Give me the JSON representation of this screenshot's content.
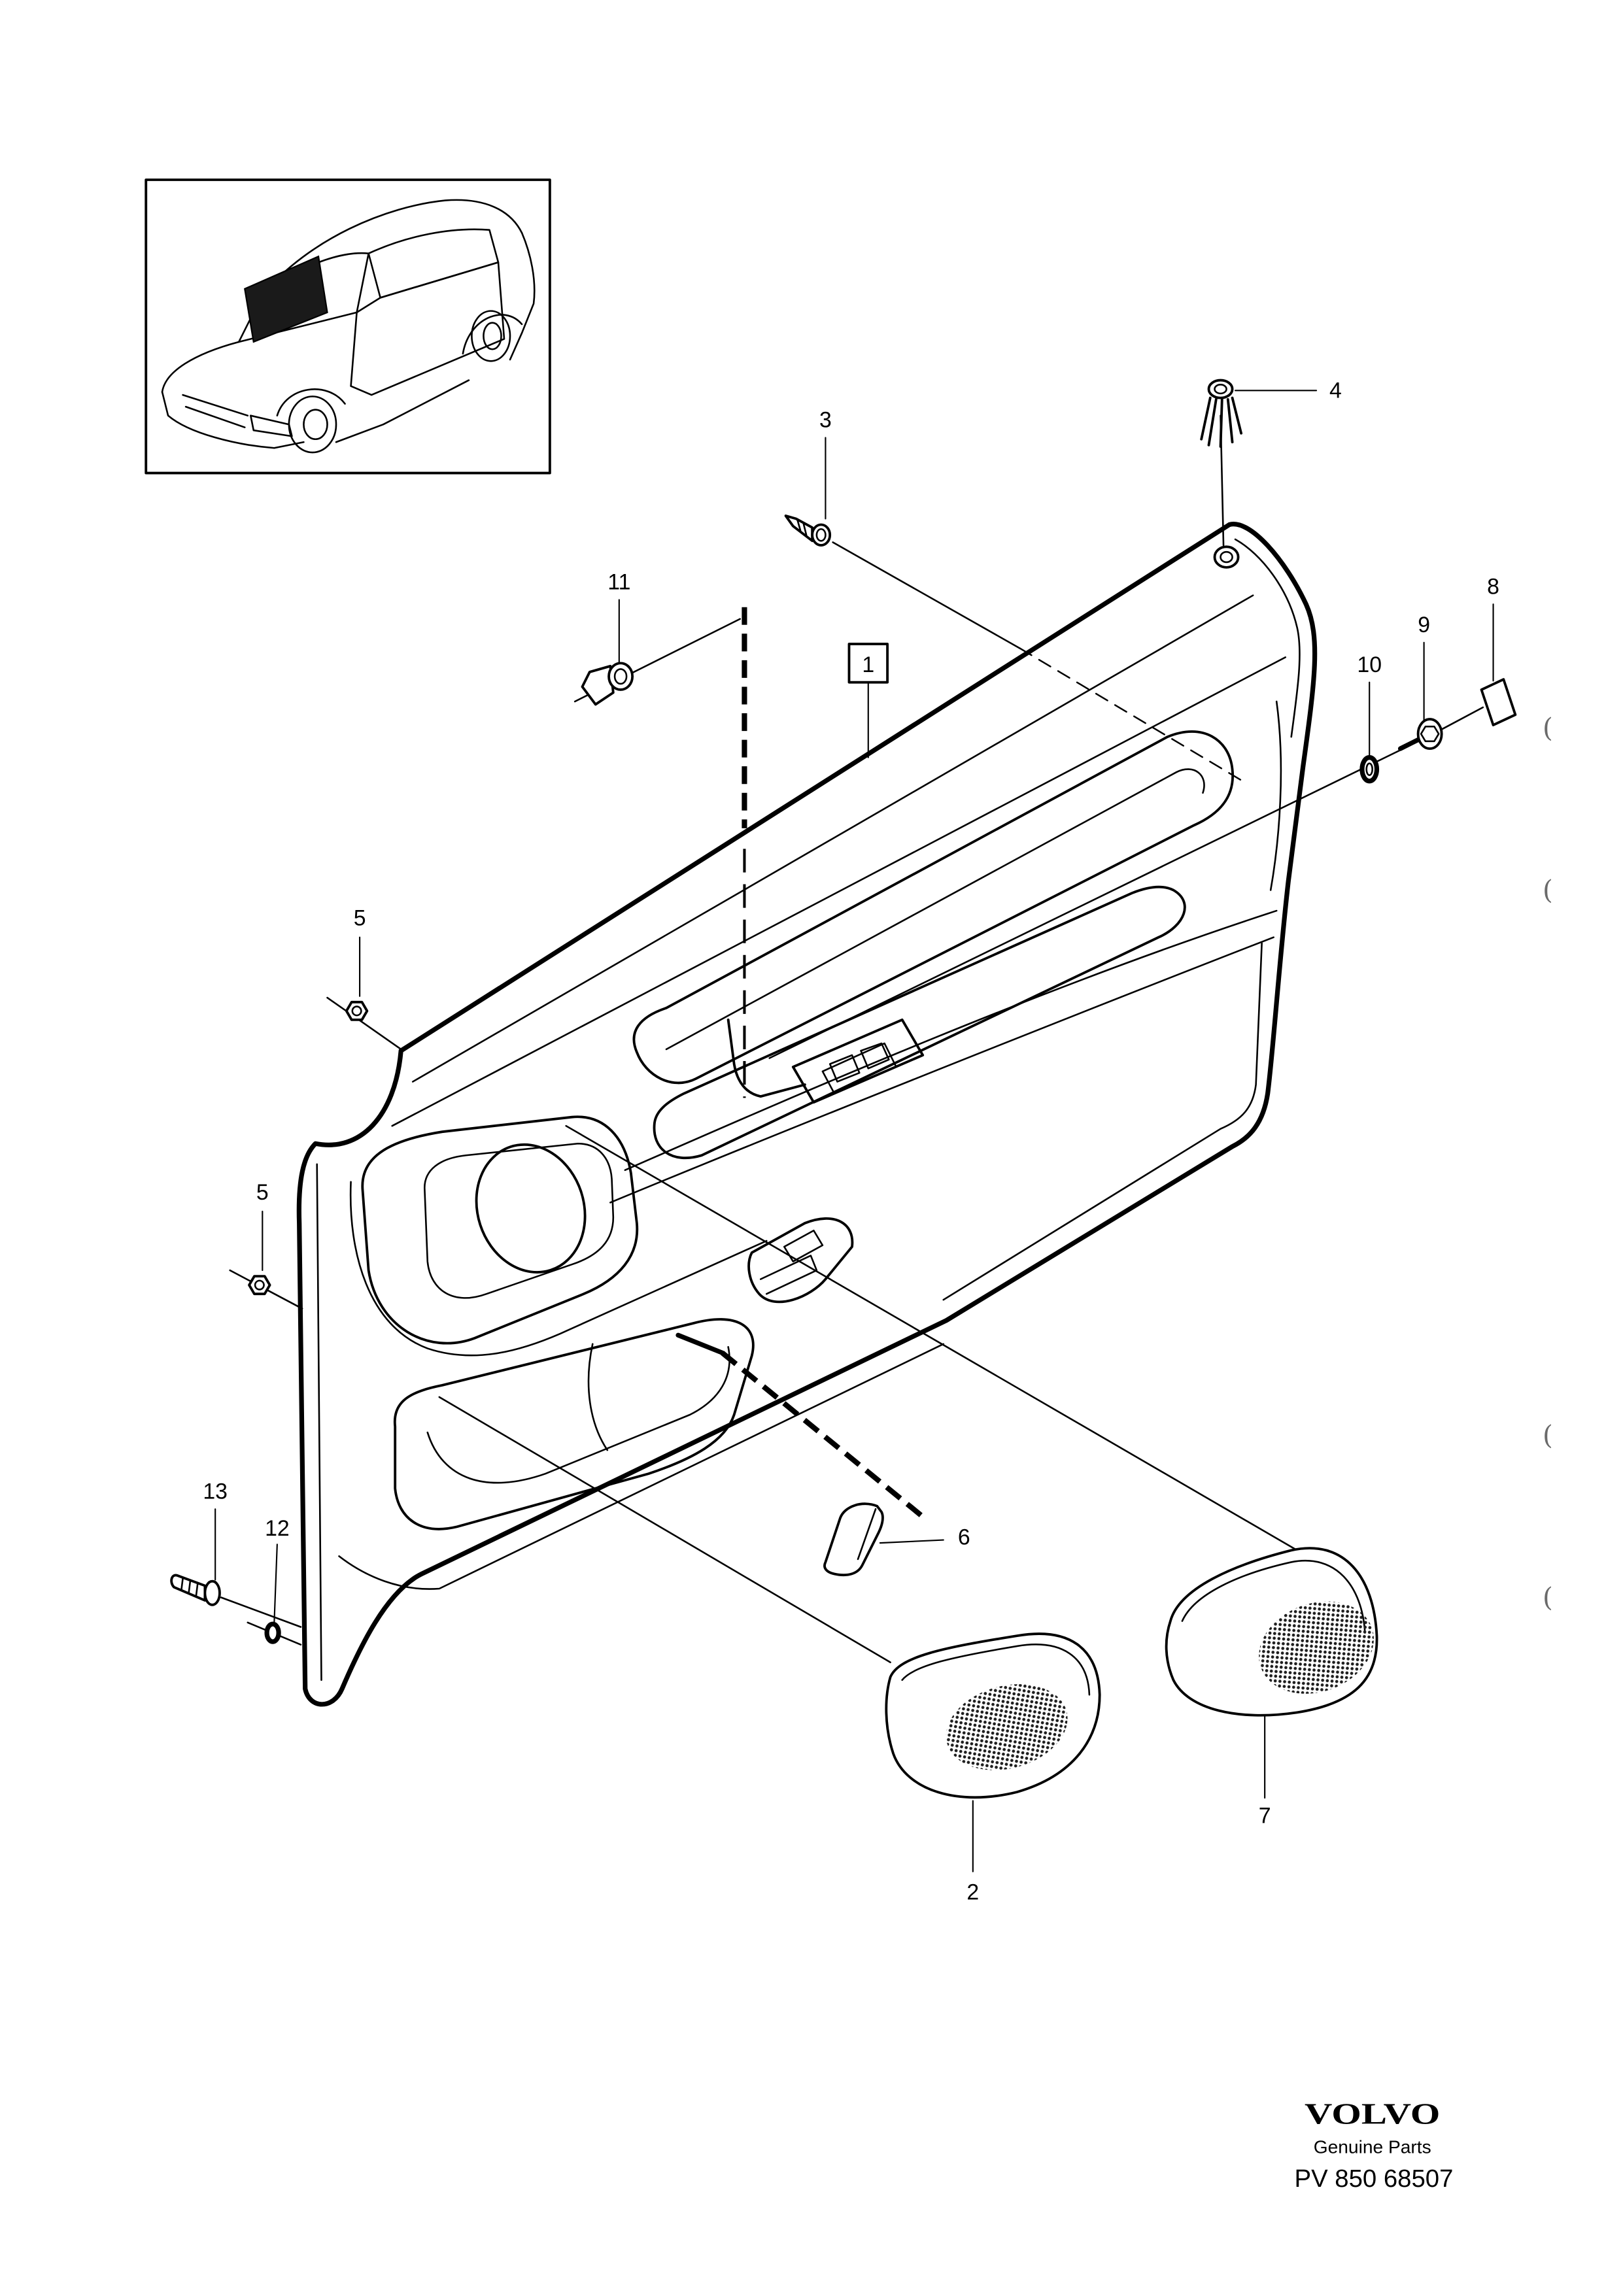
{
  "callouts": {
    "part_1": "1",
    "part_2": "2",
    "part_3": "3",
    "part_4": "4",
    "part_5_a": "5",
    "part_5_b": "5",
    "part_6": "6",
    "part_7": "7",
    "part_8": "8",
    "part_9": "9",
    "part_10": "10",
    "part_11": "11",
    "part_12": "12",
    "part_13": "13"
  },
  "brand": {
    "logo": "VOLVO",
    "subtitle": "Genuine Parts",
    "diagram_number": "PV 850 68507"
  },
  "margin_marks": [
    "(",
    "(",
    "(",
    "("
  ],
  "inset": {
    "icon": "car-location-icon"
  },
  "colors": {
    "ink": "#000000",
    "paper": "#ffffff",
    "highlight": "#1a1a1a"
  }
}
